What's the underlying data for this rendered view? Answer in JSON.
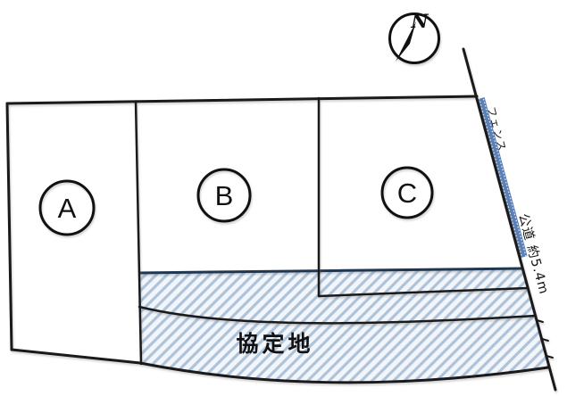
{
  "compass": {
    "north_label": "N"
  },
  "plots": [
    {
      "label": "A"
    },
    {
      "label": "B"
    },
    {
      "label": "C"
    }
  ],
  "areas": {
    "agreement_label": "協定地"
  },
  "annotations": {
    "fence": "フェンス",
    "road": "公道 約5.4m"
  },
  "colors": {
    "line": "#1a1a1a",
    "hatch_bg": "#f2f6fa",
    "hatch_stripe": "#aec3da",
    "hatch_edge": "#203752",
    "fence_band": "#5b80b6"
  }
}
